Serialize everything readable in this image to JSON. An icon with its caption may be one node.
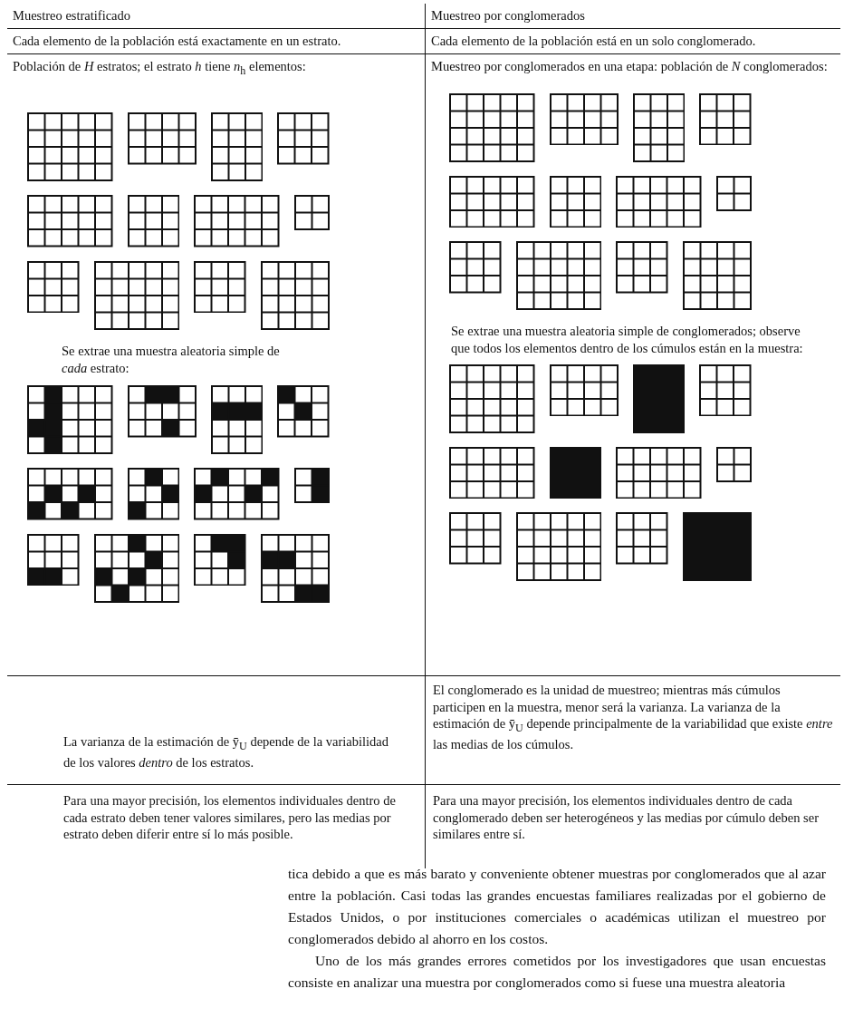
{
  "diagram": {
    "labels": [
      "Muestreo estratificado",
      "Muestreo por conglomerados",
      "Cada elemento de la población está exactamente en un estrato.",
      "Cada elemento de la población está en un solo conglomerado.",
      "Población de *H* estratos; el estrato *h* tiene *n*$_{h}$ elementos:",
      "Muestreo por conglomerados en una etapa: población de *N* conglomerados:",
      "Se extrae una muestra aleatoria simple de *cada* estrato:",
      "Se extrae una muestra aleatoria simple de conglomerados; observe que todos los elementos dentro de los cúmulos están en la muestra:",
      "La varianza de la estimación de ȳ$_{U}$ depende de la variabilidad de los valores *dentro* de los estratos.",
      "El conglomerado es la unidad de muestreo; mientras más cúmulos participen en la muestra, menor será la varianza. La varianza de la estimación de ȳ$_{U}$ depende principalmente de la variabilidad que existe *entre* las medias de los cúmulos.",
      "Para una mayor precisión, los elementos individuales dentro de cada estrato deben tener valores similares, pero las medias por estrato deben diferir entre sí lo más posible.",
      "Para una mayor precisión, los elementos individuales dentro de cada conglomerado deben ser heterogéneos y las medias por cúmulo deben ser similares entre sí.",
      "tica debido a que es más barato y conveniente obtener muestras por conglomerados que al azar entre la población. Casi todas las grandes encuestas familiares realizadas por el gobierno de Estados Unidos, o por instituciones comerciales o académicas utilizan el muestreo por conglomerados debido al ahorro en los costos.",
      "Uno de los más grandes errores cometidos por los investigadores que usan encuestas consiste en analizar una muestra por conglomerados como si fuese una muestra aleatoria"
    ]
  }
}
